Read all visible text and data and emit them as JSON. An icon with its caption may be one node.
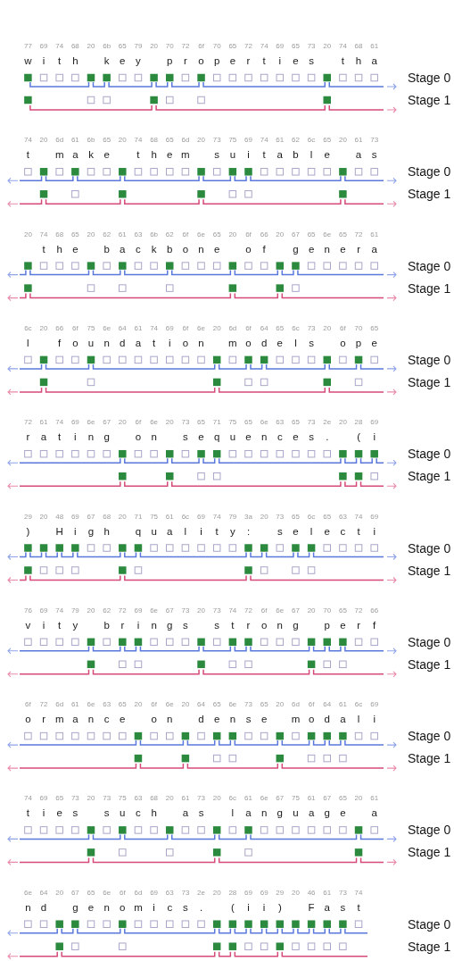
{
  "diagram": {
    "labels": [
      "77",
      "69",
      "74",
      "68",
      "20",
      "6b",
      "65",
      "79",
      "20",
      "70",
      "72",
      "6f",
      "70",
      "65",
      "72",
      "74",
      "69",
      "65",
      "73",
      "20",
      "74",
      "68",
      "61",
      "w",
      "i",
      "t",
      "h",
      "k",
      "e",
      "y",
      "p",
      "r",
      "o",
      "p",
      "e",
      "r",
      "t",
      "i",
      "e",
      "s",
      "t",
      "h",
      "a",
      "Stage 0",
      "Stage 1",
      "74",
      "20",
      "6d",
      "61",
      "6b",
      "65",
      "20",
      "74",
      "68",
      "65",
      "6d",
      "20",
      "73",
      "75",
      "69",
      "74",
      "61",
      "62",
      "6c",
      "65",
      "20",
      "61",
      "73",
      "t",
      "m",
      "a",
      "k",
      "e",
      "t",
      "h",
      "e",
      "m",
      "s",
      "u",
      "i",
      "t",
      "a",
      "b",
      "l",
      "e",
      "a",
      "s",
      "Stage 0",
      "Stage 1",
      "20",
      "74",
      "68",
      "65",
      "20",
      "62",
      "61",
      "63",
      "6b",
      "62",
      "6f",
      "6e",
      "65",
      "20",
      "6f",
      "66",
      "20",
      "67",
      "65",
      "6e",
      "65",
      "72",
      "61",
      "t",
      "h",
      "e",
      "b",
      "a",
      "c",
      "k",
      "b",
      "o",
      "n",
      "e",
      "o",
      "f",
      "g",
      "e",
      "n",
      "e",
      "r",
      "a",
      "Stage 0",
      "Stage 1",
      "6c",
      "20",
      "66",
      "6f",
      "75",
      "6e",
      "64",
      "61",
      "74",
      "69",
      "6f",
      "6e",
      "20",
      "6d",
      "6f",
      "64",
      "65",
      "6c",
      "73",
      "20",
      "6f",
      "70",
      "65",
      "l",
      "f",
      "o",
      "u",
      "n",
      "d",
      "a",
      "t",
      "i",
      "o",
      "n",
      "m",
      "o",
      "d",
      "e",
      "l",
      "s",
      "o",
      "p",
      "e",
      "Stage 0",
      "Stage 1",
      "72",
      "61",
      "74",
      "69",
      "6e",
      "67",
      "20",
      "6f",
      "6e",
      "20",
      "73",
      "65",
      "71",
      "75",
      "65",
      "6e",
      "63",
      "65",
      "73",
      "2e",
      "20",
      "28",
      "69",
      "r",
      "a",
      "t",
      "i",
      "n",
      "g",
      "o",
      "n",
      "s",
      "e",
      "q",
      "u",
      "e",
      "n",
      "c",
      "e",
      "s",
      ".",
      "(",
      "i",
      "Stage 0",
      "Stage 1",
      "29",
      "20",
      "48",
      "69",
      "67",
      "68",
      "20",
      "71",
      "75",
      "61",
      "6c",
      "69",
      "74",
      "79",
      "3a",
      "20",
      "73",
      "65",
      "6c",
      "65",
      "63",
      "74",
      "69",
      ")",
      "H",
      "i",
      "g",
      "h",
      "q",
      "u",
      "a",
      "l",
      "i",
      "t",
      "y",
      ":",
      "s",
      "e",
      "l",
      "e",
      "c",
      "t",
      "i",
      "Stage 0",
      "Stage 1",
      "76",
      "69",
      "74",
      "79",
      "20",
      "62",
      "72",
      "69",
      "6e",
      "67",
      "73",
      "20",
      "73",
      "74",
      "72",
      "6f",
      "6e",
      "67",
      "20",
      "70",
      "65",
      "72",
      "66",
      "v",
      "i",
      "t",
      "y",
      "b",
      "r",
      "i",
      "n",
      "g",
      "s",
      "s",
      "t",
      "r",
      "o",
      "n",
      "g",
      "p",
      "e",
      "r",
      "f",
      "Stage 0",
      "Stage 1",
      "6f",
      "72",
      "6d",
      "61",
      "6e",
      "63",
      "65",
      "20",
      "6f",
      "6e",
      "20",
      "64",
      "65",
      "6e",
      "73",
      "65",
      "20",
      "6d",
      "6f",
      "64",
      "61",
      "6c",
      "69",
      "o",
      "r",
      "m",
      "a",
      "n",
      "c",
      "e",
      "o",
      "n",
      "d",
      "e",
      "n",
      "s",
      "e",
      "m",
      "o",
      "d",
      "a",
      "l",
      "i",
      "Stage 0",
      "Stage 1",
      "74",
      "69",
      "65",
      "73",
      "20",
      "73",
      "75",
      "63",
      "68",
      "20",
      "61",
      "73",
      "20",
      "6c",
      "61",
      "6e",
      "67",
      "75",
      "61",
      "67",
      "65",
      "20",
      "61",
      "t",
      "i",
      "e",
      "s",
      "s",
      "u",
      "c",
      "h",
      "a",
      "s",
      "l",
      "a",
      "n",
      "g",
      "u",
      "a",
      "g",
      "e",
      "a",
      "Stage 0",
      "Stage 1",
      "6e",
      "64",
      "20",
      "67",
      "65",
      "6e",
      "6f",
      "6d",
      "69",
      "63",
      "73",
      "2e",
      "20",
      "28",
      "69",
      "69",
      "29",
      "20",
      "46",
      "61",
      "73",
      "74",
      "n",
      "d",
      "g",
      "e",
      "n",
      "o",
      "m",
      "i",
      "c",
      "s",
      ".",
      "(",
      "i",
      "i",
      ")",
      "F",
      "a",
      "s",
      "t",
      "Stage 0",
      "Stage 1"
    ]
  }
}
